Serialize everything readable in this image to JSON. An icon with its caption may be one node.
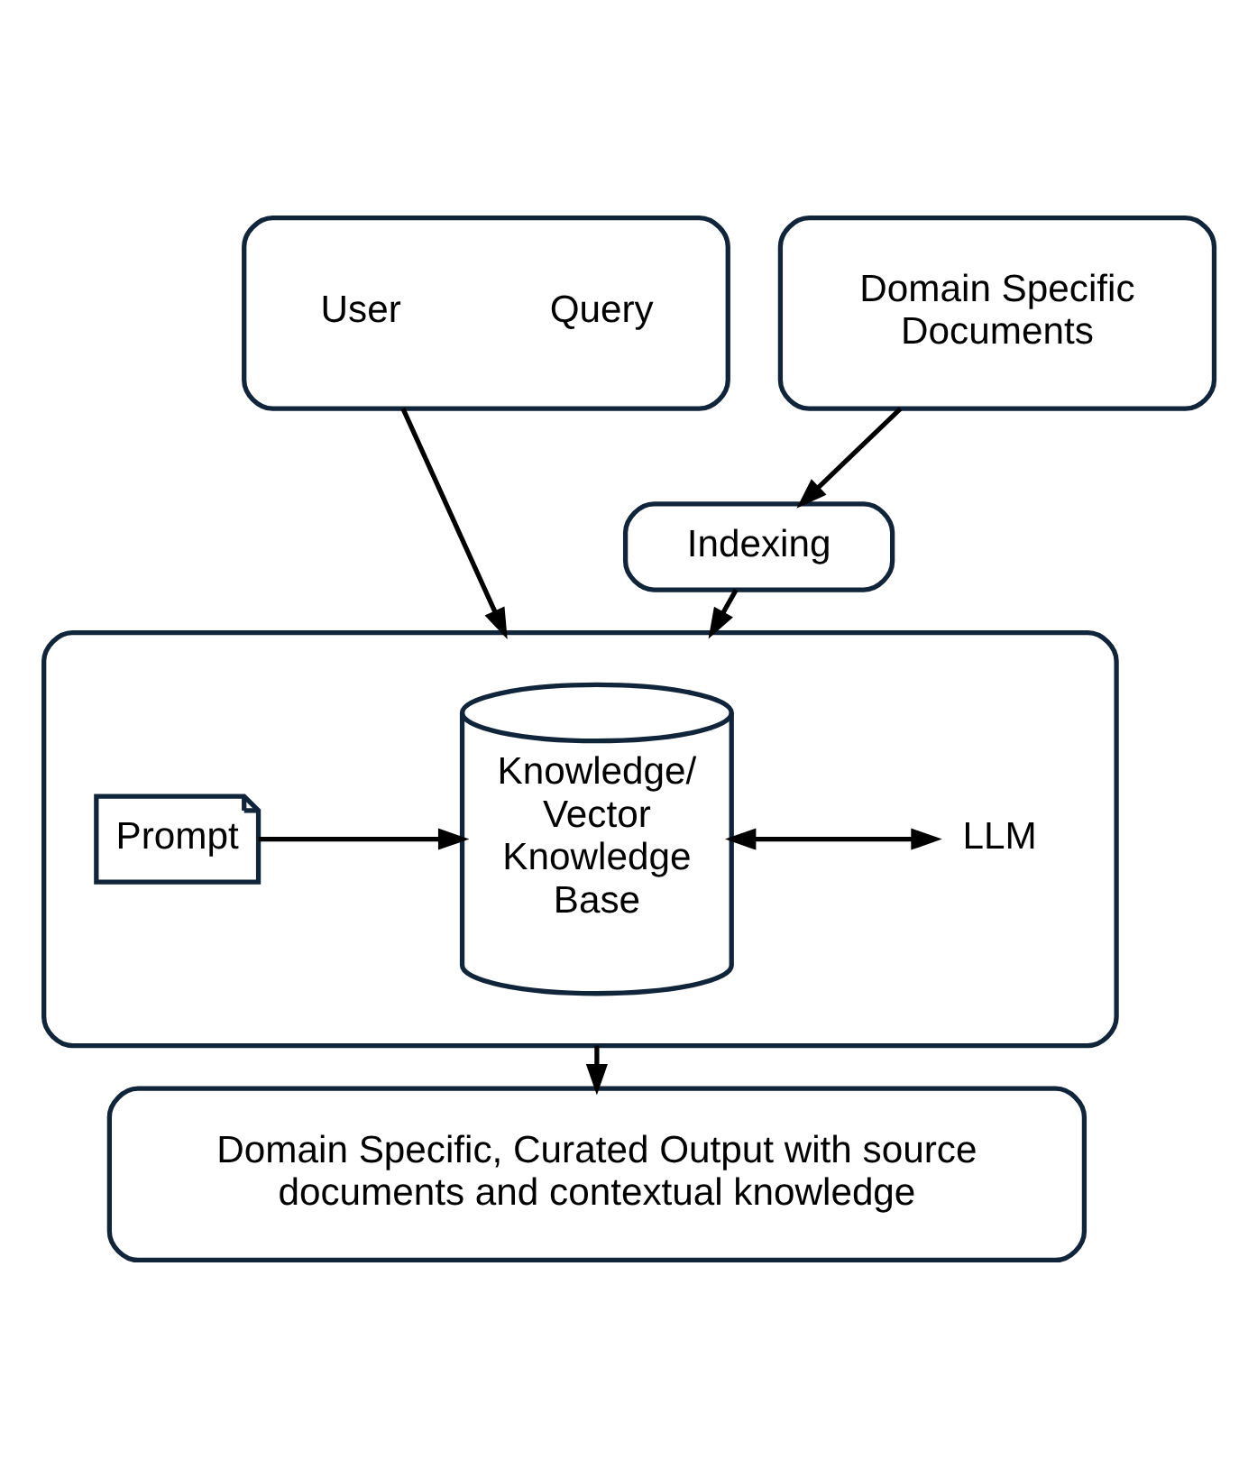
{
  "diagram": {
    "nodes": [
      {
        "text": [],
        "shape": "box"
      },
      {
        "text": [
          "User"
        ],
        "in": 0
      },
      {
        "text": [
          "Query"
        ],
        "in": 0
      },
      {
        "text": [
          "Domain Specific Documents"
        ]
      },
      {
        "text": [
          "Indexing"
        ]
      },
      {
        "text": [],
        "shape": "box"
      },
      {
        "text": [
          "Prompt"
        ],
        "in": 5
      },
      {
        "text": [
          "Knowledge/ Vector Knowledge Base"
        ],
        "in": 5
      },
      {
        "text": [
          "LLM"
        ],
        "in": 5
      },
      {
        "text": [
          "Domain Specific, Curated Output with source documents and contextual knowledge"
        ]
      }
    ],
    "edges": [
      {
        "from": 0,
        "to": 5,
        "arrow": "to"
      },
      {
        "from": 3,
        "to": 4,
        "arrow": "to"
      },
      {
        "from": 4,
        "to": 5,
        "arrow": "to"
      },
      {
        "from": 6,
        "to": 7,
        "arrow": "to"
      },
      {
        "from": 7,
        "to": 8,
        "arrow": "both"
      },
      {
        "from": 5,
        "to": 9,
        "arrow": "to"
      }
    ]
  }
}
